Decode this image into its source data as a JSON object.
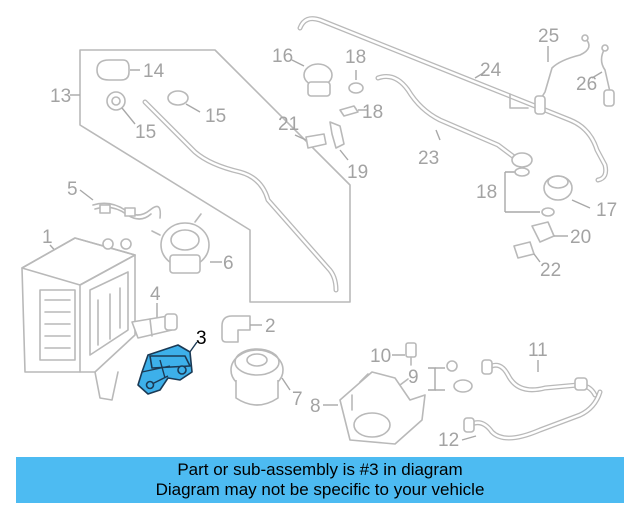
{
  "callouts": {
    "c1": "1",
    "c2": "2",
    "c3": "3",
    "c4": "4",
    "c5": "5",
    "c6": "6",
    "c7": "7",
    "c8": "8",
    "c9": "9",
    "c10": "10",
    "c11": "11",
    "c12": "12",
    "c13": "13",
    "c14": "14",
    "c15a": "15",
    "c15b": "15",
    "c16": "16",
    "c17": "17",
    "c18a": "18",
    "c18b": "18",
    "c18c": "18",
    "c19": "19",
    "c20": "20",
    "c21": "21",
    "c22": "22",
    "c23": "23",
    "c24": "24",
    "c25": "25",
    "c26": "26"
  },
  "highlight": {
    "part_number": "3",
    "color": "#3db0ea"
  },
  "caption": {
    "line1": "Part or sub-assembly is #3 in diagram",
    "line2": "Diagram may not be specific to your vehicle",
    "background": "#4dbbf2"
  }
}
